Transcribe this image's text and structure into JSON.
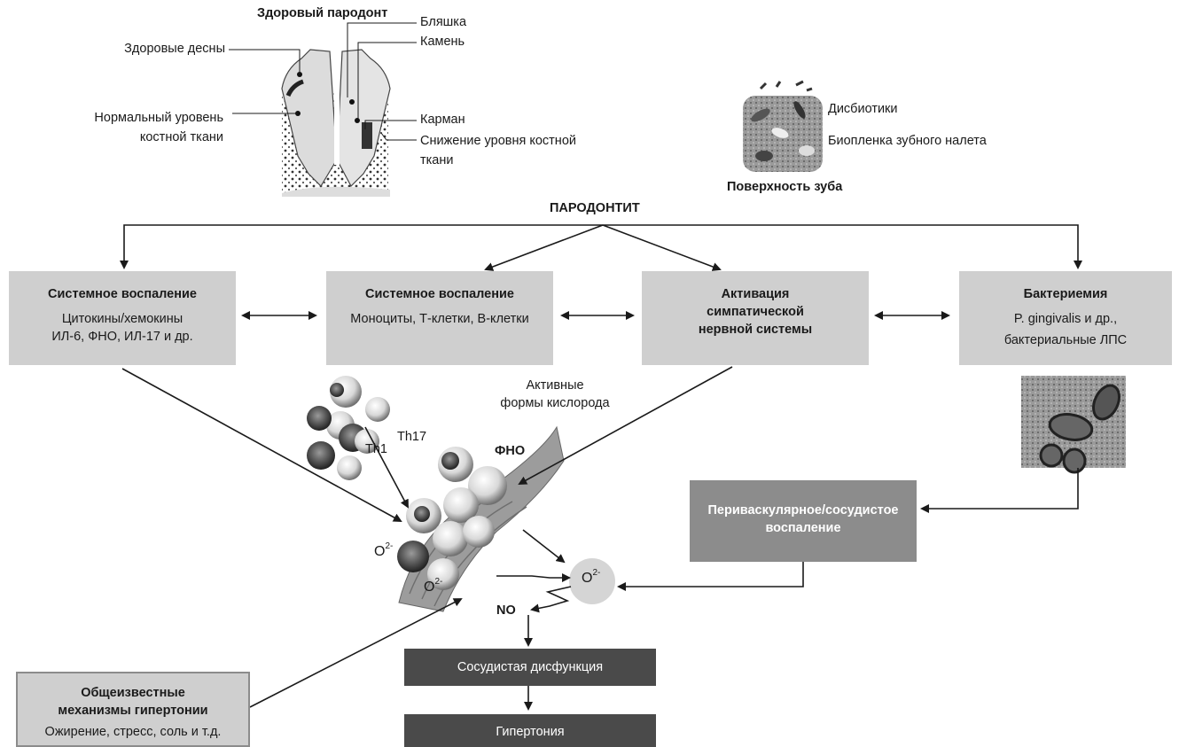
{
  "healthy": {
    "title": "Здоровый пародонт",
    "gums": "Здоровые десны",
    "bone_l1": "Нормальный уровень",
    "bone_l2": "костной ткани",
    "plaque": "Бляшка",
    "stone": "Камень",
    "pocket": "Карман",
    "loss_l1": "Снижение уровня костной",
    "loss_l2": "ткани"
  },
  "surface": {
    "dysbiotics": "Дисбиотики",
    "biofilm": "Биопленка зубного налета",
    "title": "Поверхность зуба"
  },
  "root": "ПАРОДОНТИТ",
  "boxes": {
    "sys1": {
      "title": "Системное воспаление",
      "l1": "Цитокины/хемокины",
      "l2": "ИЛ-6, ФНО, ИЛ-17 и др."
    },
    "sys2": {
      "title": "Системное воспаление",
      "l1": "Моноциты, Т-клетки, В-клетки"
    },
    "symp": {
      "l1": "Активация",
      "l2": "симпатической",
      "l3": "нервной системы"
    },
    "bact": {
      "title": "Бактериемия",
      "l1": "P. gingivalis и др.,",
      "l2": "бактериальные ЛПС"
    },
    "perivasc": {
      "l1": "Периваскулярное/сосудистое",
      "l2": "воспаление"
    },
    "vascular": "Сосудистая дисфункция",
    "hyper": "Гипертония",
    "known": {
      "l1": "Общеизвестные",
      "l2": "механизмы гипертонии",
      "l3": "Ожирение, стресс, соль и т.д."
    }
  },
  "labels": {
    "ros_l1": "Активные",
    "ros_l2": "формы кислорода",
    "th1": "Th1",
    "th17": "Th17",
    "tnf": "ФНО",
    "no": "NO",
    "o2": "O",
    "o2_sup": "2-"
  },
  "colors": {
    "light_box": "#cfcfcf",
    "mid_box": "#8c8c8c",
    "dark_box": "#4a4a4a",
    "arrow": "#1a1a1a"
  }
}
